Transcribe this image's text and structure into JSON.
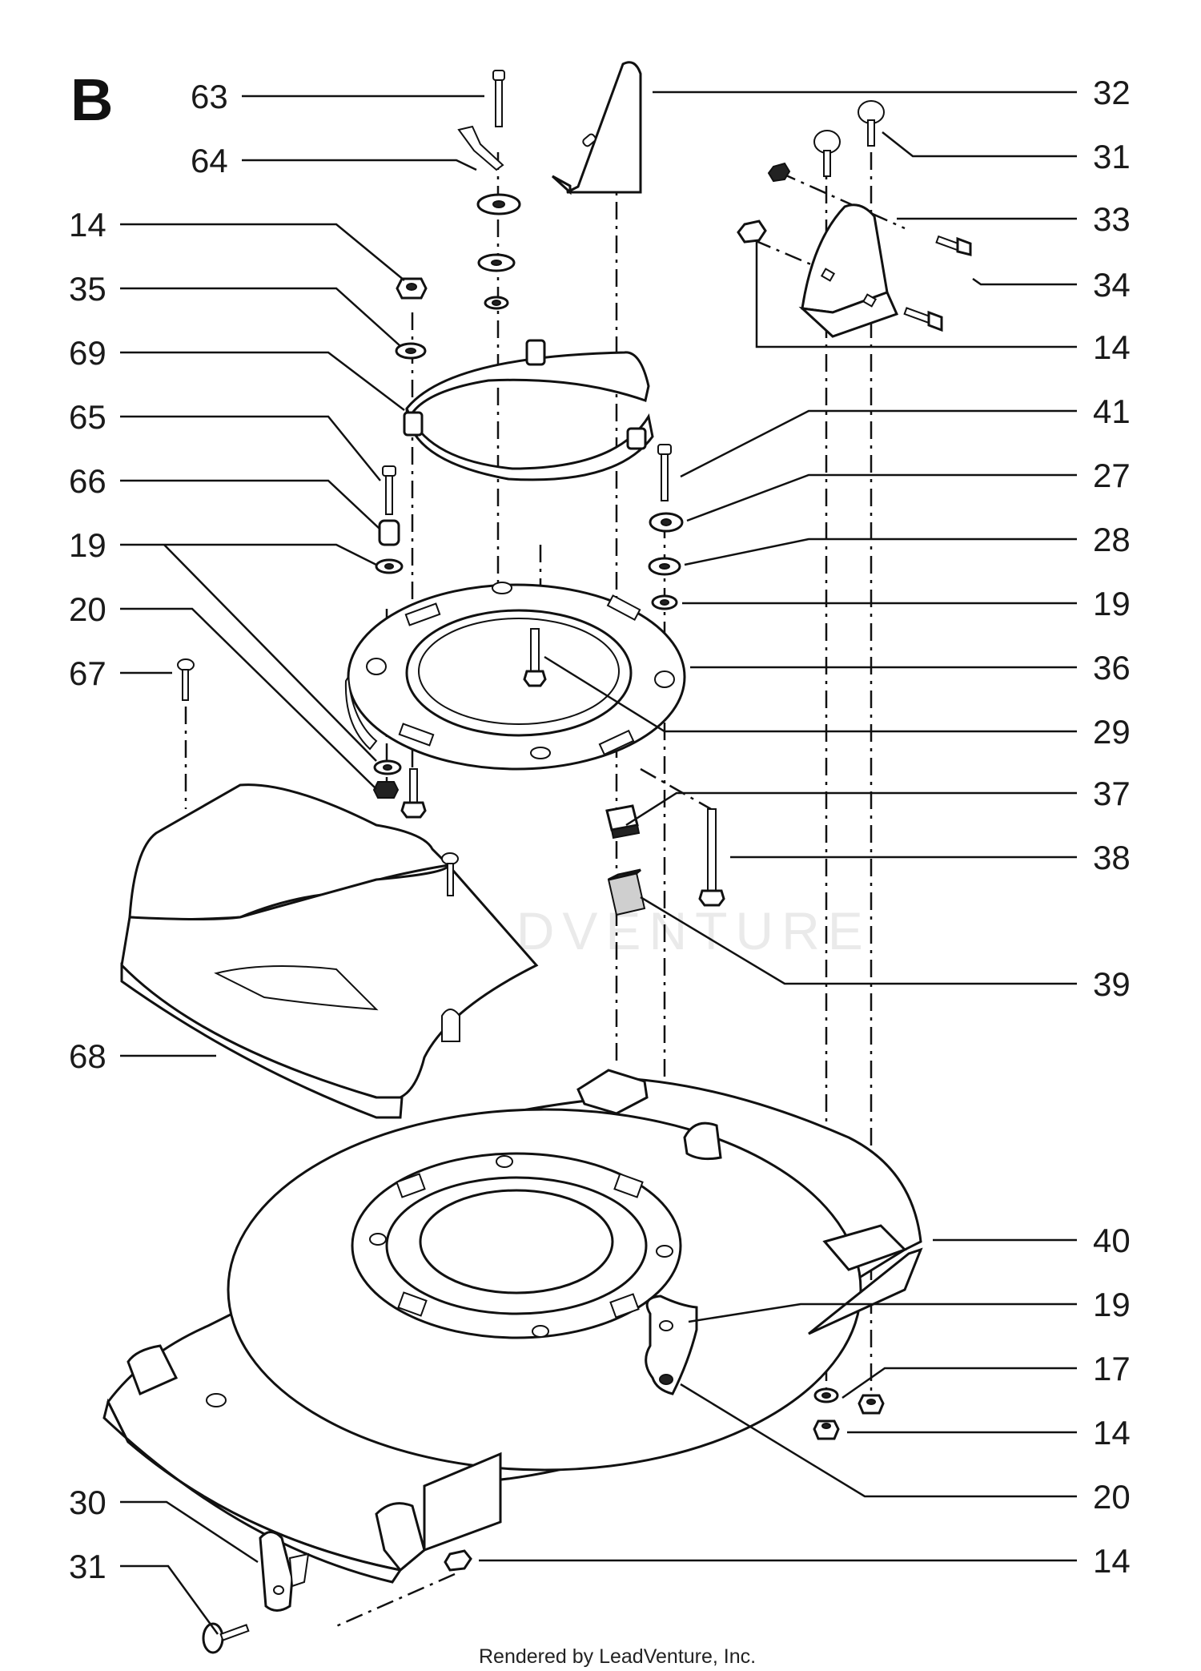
{
  "section_letter": "B",
  "footer_text": "Rendered by LeadVenture, Inc.",
  "watermark_text": "LEADVENTURE",
  "callouts": [
    {
      "id": "63",
      "label": "63"
    },
    {
      "id": "64",
      "label": "64"
    },
    {
      "id": "14a",
      "label": "14"
    },
    {
      "id": "35",
      "label": "35"
    },
    {
      "id": "69",
      "label": "69"
    },
    {
      "id": "65",
      "label": "65"
    },
    {
      "id": "66",
      "label": "66"
    },
    {
      "id": "19a",
      "label": "19"
    },
    {
      "id": "20a",
      "label": "20"
    },
    {
      "id": "67",
      "label": "67"
    },
    {
      "id": "68",
      "label": "68"
    },
    {
      "id": "30",
      "label": "30"
    },
    {
      "id": "31a",
      "label": "31"
    },
    {
      "id": "32",
      "label": "32"
    },
    {
      "id": "31b",
      "label": "31"
    },
    {
      "id": "33",
      "label": "33"
    },
    {
      "id": "34",
      "label": "34"
    },
    {
      "id": "14b",
      "label": "14"
    },
    {
      "id": "41",
      "label": "41"
    },
    {
      "id": "27",
      "label": "27"
    },
    {
      "id": "28",
      "label": "28"
    },
    {
      "id": "19b",
      "label": "19"
    },
    {
      "id": "36",
      "label": "36"
    },
    {
      "id": "29",
      "label": "29"
    },
    {
      "id": "37",
      "label": "37"
    },
    {
      "id": "38",
      "label": "38"
    },
    {
      "id": "39",
      "label": "39"
    },
    {
      "id": "40",
      "label": "40"
    },
    {
      "id": "19c",
      "label": "19"
    },
    {
      "id": "17",
      "label": "17"
    },
    {
      "id": "14c",
      "label": "14"
    },
    {
      "id": "20b",
      "label": "20"
    },
    {
      "id": "14d",
      "label": "14"
    }
  ]
}
